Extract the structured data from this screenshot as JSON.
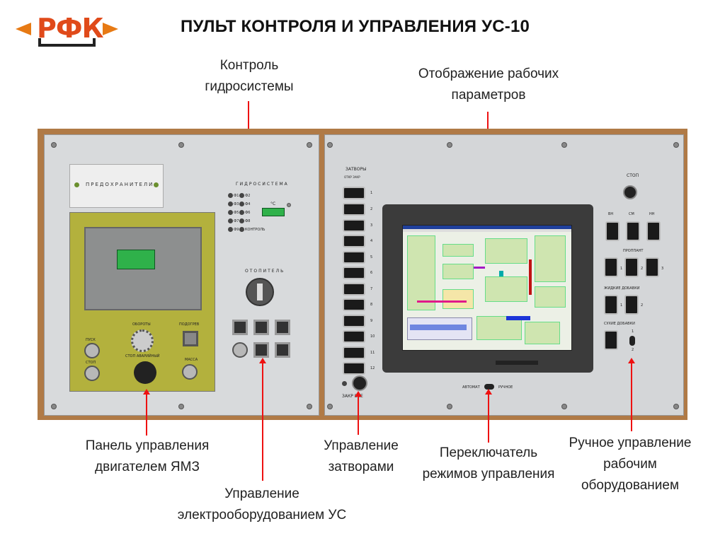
{
  "header": {
    "logo_text": "РФК",
    "title": "ПУЛЬТ КОНТРОЛЯ И УПРАВЛЕНИЯ УС-10"
  },
  "captions": {
    "hydro": "Контроль гидросистемы",
    "display": "Отображение рабочих параметров",
    "engine": "Панель управления двигателем ЯМЗ",
    "electro": "Управление электрооборудованием УС",
    "gates": "Управление затворами",
    "mode": "Переключатель режимов управления",
    "manual": "Ручное управление рабочим оборудованием"
  },
  "left_panel": {
    "fuses_label": "ПРЕДОХРАНИТЕЛИ",
    "engine": {
      "pusk": "ПУСК",
      "stop": "СТОП",
      "oboroty": "ОБОРОТЫ",
      "podogrev": "ПОДОГРЕВ",
      "stop_avar": "СТОП АВАРИЙНЫЙ",
      "massa": "МАССА"
    },
    "hydro": {
      "title": "ГИДРОСИСТЕМА",
      "unit": "°C",
      "fuses": [
        "Ф1",
        "Ф2",
        "Ф3",
        "Ф4",
        "Ф5",
        "Ф6",
        "Ф7",
        "Ф8",
        "Ф9"
      ],
      "control": "КОНТРОЛЬ"
    },
    "heater_title": "ОТОПИТЕЛЬ"
  },
  "right_panel": {
    "gates": {
      "title": "ЗАТВОРЫ",
      "sub": "ОТКР   ЗАКР",
      "numbers": [
        "1",
        "2",
        "3",
        "4",
        "5",
        "6",
        "7",
        "8",
        "9",
        "10",
        "11",
        "12"
      ],
      "zakr_all": "ЗАКР  ВСЕ"
    },
    "mode": {
      "auto": "АВТОМАТ",
      "manual": "РУЧНОЕ"
    },
    "manual_controls": {
      "stop": "СТОП",
      "vn": "ВН",
      "sm": "СМ",
      "nn": "НН",
      "proppant": "ПРОППАНТ",
      "liquid": "ЖИДКИЕ ДОБАВКИ",
      "dry": "СУХИЕ ДОБАВКИ",
      "n1": "1",
      "n2": "2",
      "n3": "3"
    }
  },
  "colors": {
    "frame": "#b07a46",
    "engine_panel": "#b3b13d",
    "display_green": "#2fb14a",
    "red_pointer": "#e11111",
    "logo_orange": "#e04a1a"
  }
}
